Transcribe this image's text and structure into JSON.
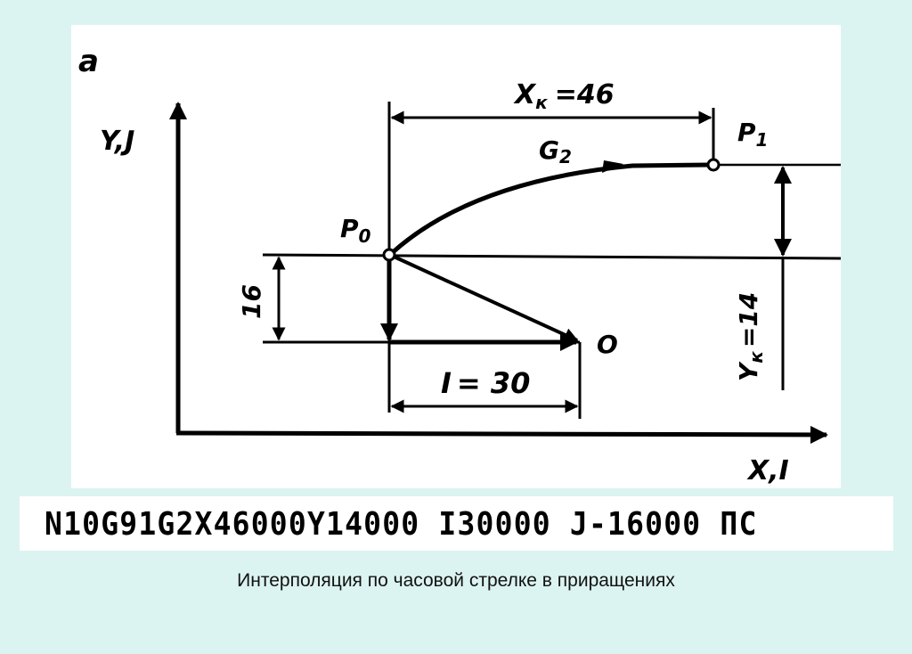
{
  "diagram": {
    "panel_label": "a",
    "y_axis_label": "Y,J",
    "x_axis_label": "X,I",
    "point_start": "P",
    "point_start_sub": "0",
    "point_end": "P",
    "point_end_sub": "1",
    "center_label": "O",
    "command_label": "G",
    "command_sub": "2",
    "xk_label": "X",
    "xk_sub": "к",
    "xk_value": "=46",
    "yk_label": "Y",
    "yk_sub": "к",
    "yk_value": "=14",
    "i_label": "I",
    "i_value": "= 30",
    "j_value": "16"
  },
  "code_block": {
    "text": "N10G91G2X46000Y14000 I30000 J-16000 ПС"
  },
  "caption": "Интерполяция по часовой стрелке в приращениях",
  "colors": {
    "background": "#dcf4f1",
    "panel": "#ffffff",
    "ink": "#000000"
  }
}
